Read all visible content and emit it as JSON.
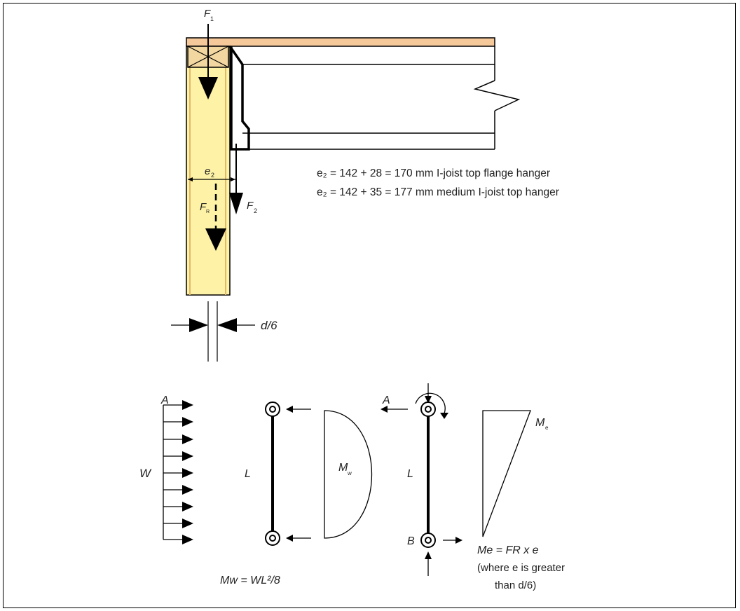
{
  "labels": {
    "f1": "F",
    "f1_sub": "1",
    "f2": "F",
    "f2_sub": "2",
    "fr": "F",
    "fr_sub": "R",
    "e2": "e",
    "e2_sub": "2",
    "d6": "d/6",
    "eq1": "e₂ = 142 + 28 = 170 mm I-joist top flange hanger",
    "eq2": "e₂ = 142 + 35 = 177 mm medium I-joist top hanger",
    "a_left": "A",
    "w": "W",
    "l_left": "L",
    "mw": "M",
    "mw_sub": "w",
    "mw_formula": "Mw = WL²/8",
    "a_right": "A",
    "l_right": "L",
    "b": "B",
    "me": "M",
    "me_sub": "e",
    "me_formula": "Me = FR x e",
    "note1": "(where e is greater",
    "note2": "than d/6)"
  },
  "colors": {
    "timber": "#fdf2a6",
    "timber_edge": "#e2b86a",
    "flange": "#f6c99a",
    "ink": "#000000"
  }
}
